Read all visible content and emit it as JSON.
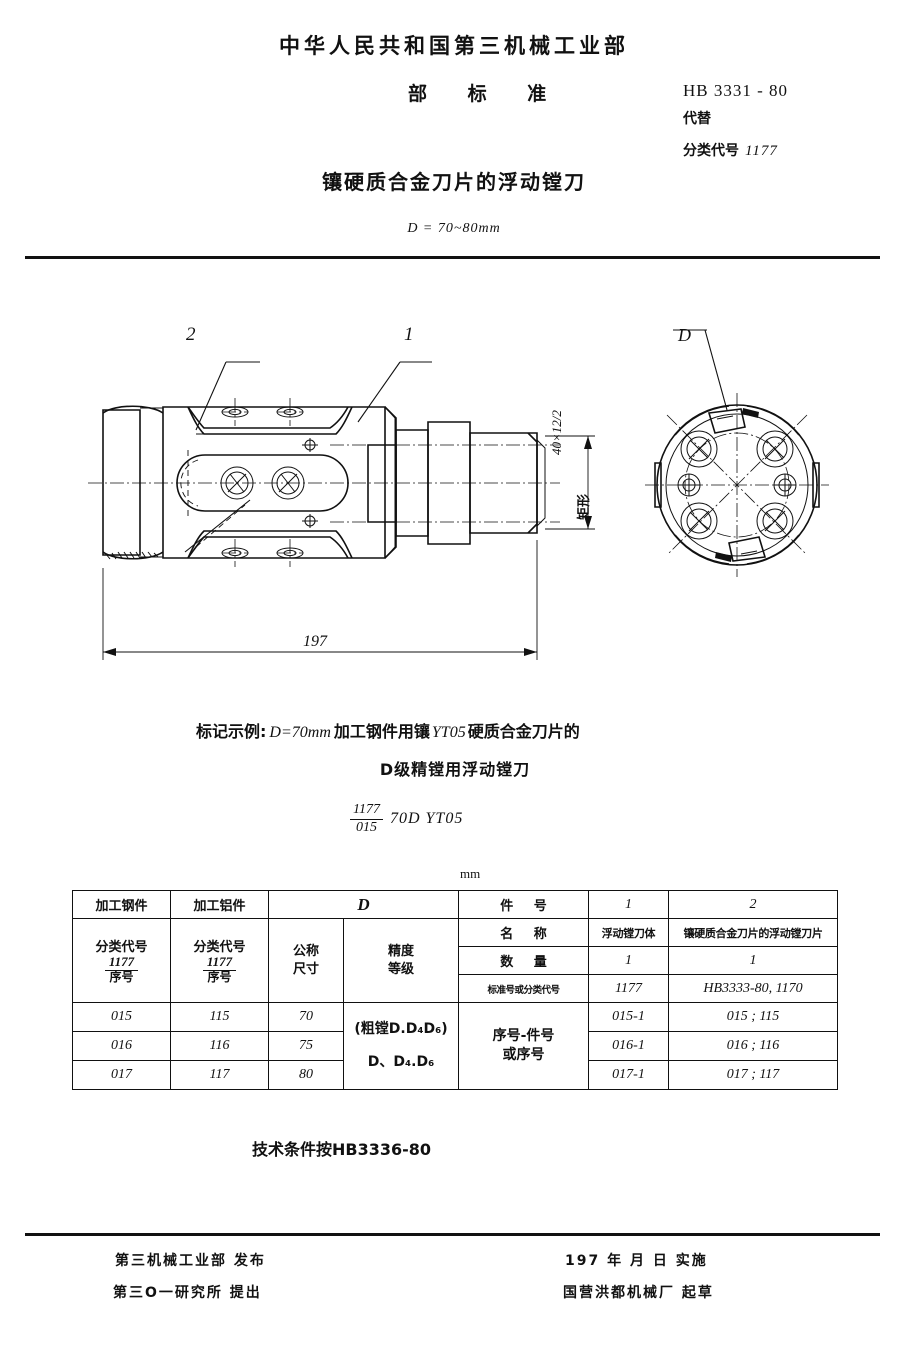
{
  "header": {
    "ministry": "中华人民共和国第三机械工业部",
    "doc_type": "部 标 准",
    "standard_no": "HB 3331 - 80",
    "supersedes_label": "代替",
    "supersedes_value": "",
    "class_code_label": "分类代号",
    "class_code_value": "1177",
    "title": "镶硬质合金刀片的浮动镗刀",
    "subtitle": "D = 70~80mm"
  },
  "drawing": {
    "callout_1": "1",
    "callout_2": "2",
    "diameter_label": "D",
    "length_dim": "197",
    "shank_dim": "40×12/2",
    "shank_note": "矩形"
  },
  "marking": {
    "line1": "标记示例: D=70mm加工钢件用镶YT05硬质合金刀片的",
    "line1_prefix": "标记示例:",
    "line1_d": "D=70mm",
    "line1_mid": "加工钢件用镶",
    "line1_grade": "YT05",
    "line1_suffix": "硬质合金刀片的",
    "line2": "D级精镗用浮动镗刀",
    "code_numerator": "1177",
    "code_denominator": "015",
    "code_tail": "70D  YT05"
  },
  "table": {
    "unit": "mm",
    "headers": {
      "steel_work": "加工钢件",
      "alu_work": "加工铝件",
      "class_code": "分类代号",
      "class_num": "1177",
      "class_den": "序号",
      "d_group": "D",
      "nominal_l1": "公称",
      "nominal_l2": "尺寸",
      "precision_l1": "精度",
      "precision_l2": "等级",
      "part_no": "件 号",
      "name": "名 称",
      "qty": "数 量",
      "std_or_class": "标准号或分类代号",
      "seq_part_l1": "序号-件号",
      "seq_part_l2": "或序号"
    },
    "parts": {
      "numbers": [
        "1",
        "2"
      ],
      "names": [
        "浮动镗刀体",
        "镶硬质合金刀片的浮动镗刀片"
      ],
      "quantities": [
        "1",
        "1"
      ],
      "std_codes": [
        "1177",
        "HB3333-80, 1170"
      ]
    },
    "precision_note_l1": "(粗镗D.D₄D₆)",
    "precision_note_l2": "D、D₄.D₆",
    "rows": [
      {
        "steel": "015",
        "alu": "115",
        "nominal": "70",
        "seq_part_1": "015-1",
        "seq_part_2": "015 ; 115"
      },
      {
        "steel": "016",
        "alu": "116",
        "nominal": "75",
        "seq_part_1": "016-1",
        "seq_part_2": "016 ; 116"
      },
      {
        "steel": "017",
        "alu": "117",
        "nominal": "80",
        "seq_part_1": "017-1",
        "seq_part_2": "017 ; 117"
      }
    ]
  },
  "tech_condition": "技术条件按HB3336-80",
  "footer": {
    "issuer": "第三机械工业部  发布",
    "proposer": "第三O一研究所  提出",
    "effective": "197 年    月   日   实施",
    "drafter": "国营洪都机械厂  起草"
  }
}
